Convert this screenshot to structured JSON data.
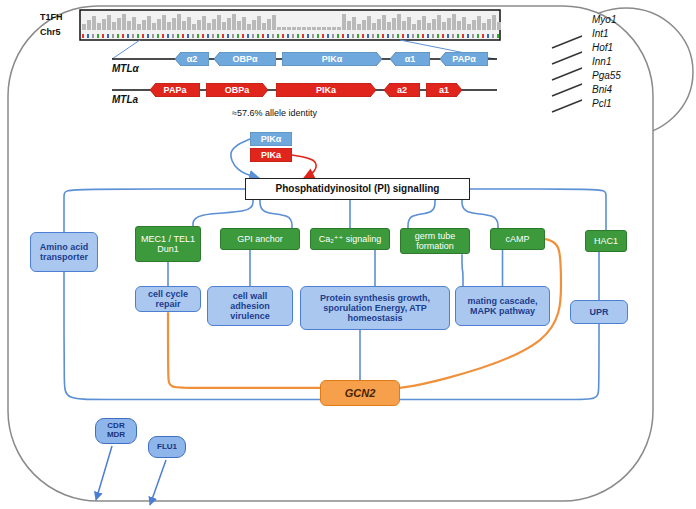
{
  "diagram": {
    "nodes": [
      {
        "text": [
          "α2"
        ]
      },
      {
        "text": [
          "OBPα"
        ]
      },
      {
        "text": [
          "PIKα"
        ]
      },
      {
        "text": [
          "α1"
        ]
      },
      {
        "text": [
          "PAPα"
        ]
      },
      {
        "text": [
          "PAPa"
        ]
      },
      {
        "text": [
          "OBPa"
        ]
      },
      {
        "text": [
          "PIKa"
        ]
      },
      {
        "text": [
          "a2"
        ]
      },
      {
        "text": [
          "a1"
        ]
      },
      {
        "text": [
          "PIKα"
        ]
      },
      {
        "text": [
          "PIKa"
        ]
      },
      {
        "text": [
          "Phosphatidyinositol (PI) signalling"
        ]
      },
      {
        "text": [
          "Amino acid transporter"
        ]
      },
      {
        "text": [
          "MEC1 / TEL1 Dun1"
        ]
      },
      {
        "text": [
          "GPI anchor"
        ]
      },
      {
        "text": [
          "Ca₂⁺⁺ signaling"
        ]
      },
      {
        "text": [
          "germ tube formation"
        ]
      },
      {
        "text": [
          "cAMP"
        ]
      },
      {
        "text": [
          "HAC1"
        ]
      },
      {
        "text": [
          "cell cycle repair"
        ]
      },
      {
        "text": [
          "cell wall adhesion virulence"
        ]
      },
      {
        "text": [
          "Protein synthesis growth, sporulation Energy, ATP homeostasis"
        ]
      },
      {
        "text": [
          "mating cascade, MAPK pathway"
        ]
      },
      {
        "text": [
          "UPR"
        ]
      },
      {
        "text": [
          "GCN2"
        ]
      },
      {
        "text": [
          "CDR MDR"
        ]
      },
      {
        "text": [
          "FLU1"
        ]
      }
    ],
    "edges": [
      {
        "from": 10,
        "to": 12,
        "arrow": "to"
      },
      {
        "from": 11,
        "to": 12,
        "arrow": "to"
      },
      {
        "from": 12,
        "to": 13,
        "arrow": "none"
      },
      {
        "from": 12,
        "to": 14,
        "arrow": "none"
      },
      {
        "from": 12,
        "to": 15,
        "arrow": "none"
      },
      {
        "from": 12,
        "to": 16,
        "arrow": "none"
      },
      {
        "from": 12,
        "to": 17,
        "arrow": "none"
      },
      {
        "from": 12,
        "to": 18,
        "arrow": "none"
      },
      {
        "from": 12,
        "to": 19,
        "arrow": "none"
      },
      {
        "from": 14,
        "to": 20,
        "arrow": "none"
      },
      {
        "from": 15,
        "to": 21,
        "arrow": "none"
      },
      {
        "from": 16,
        "to": 22,
        "arrow": "none"
      },
      {
        "from": 17,
        "to": 23,
        "arrow": "none"
      },
      {
        "from": 18,
        "to": 23,
        "arrow": "none"
      },
      {
        "from": 19,
        "to": 24,
        "arrow": "none"
      },
      {
        "from": 13,
        "to": 25,
        "arrow": "none"
      },
      {
        "from": 20,
        "to": 25,
        "arrow": "none"
      },
      {
        "from": 22,
        "to": 25,
        "arrow": "none"
      },
      {
        "from": 18,
        "to": 25,
        "arrow": "none"
      },
      {
        "from": 24,
        "to": 25,
        "arrow": "none"
      }
    ],
    "labels": [
      "T1FH",
      "Chr5",
      "MTLα",
      "MTLa",
      "≈57.6% allele identity",
      "Myo1",
      "Int1",
      "Hof1",
      "Inn1",
      "Pga55",
      "Bni4",
      "Pcl1"
    ]
  }
}
